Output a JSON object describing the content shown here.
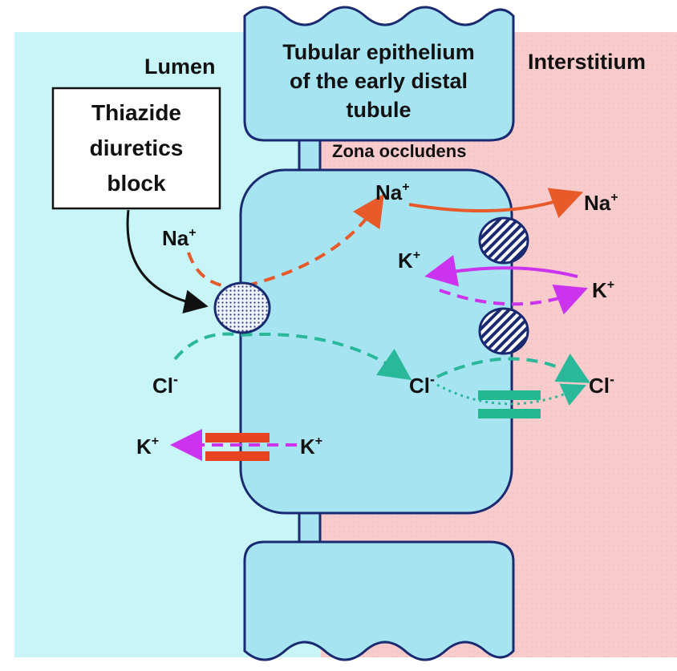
{
  "labels": {
    "lumen": "Lumen",
    "interstitium": "Interstitium",
    "cell_title_1": "Tubular epithelium",
    "cell_title_2": "of the early distal",
    "cell_title_3": "tubule",
    "zona": "Zona occludens",
    "thiazide_1": "Thiazide",
    "thiazide_2": "diuretics",
    "thiazide_3": "block"
  },
  "ions": {
    "na_base": "Na",
    "k_base": "K",
    "cl_base": "Cl",
    "plus": "+",
    "minus": "-"
  },
  "colors": {
    "lumen_bg": "#c8f6f8",
    "interstitium_bg": "#f8cccc",
    "cell_fill": "#a6e4f2",
    "cell_stroke": "#1a2a70",
    "na_arrow": "#e85a2a",
    "k_arrow": "#cc33ee",
    "cl_arrow": "#2ab89a",
    "k_channel": "#e84422",
    "cl_channel": "#22b890",
    "transporter_stroke": "#1a2a70"
  }
}
